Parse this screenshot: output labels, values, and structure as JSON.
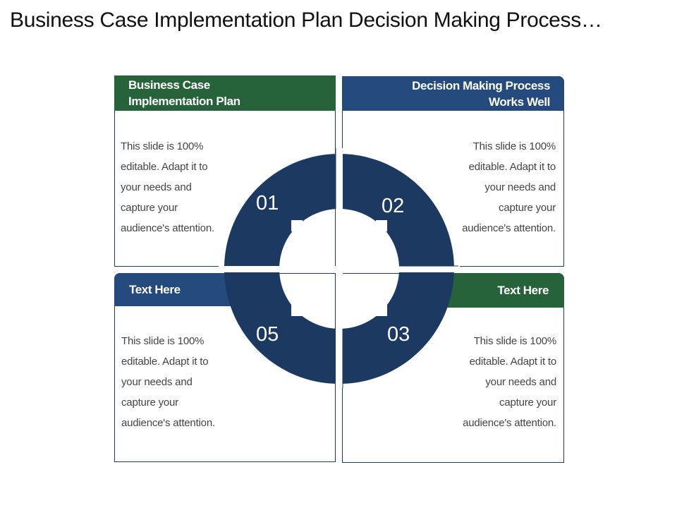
{
  "title": "Business Case Implementation Plan Decision Making Process…",
  "colors": {
    "green": "#27633a",
    "blue": "#244a7e",
    "ring": "#1b3961"
  },
  "quadrants": [
    {
      "number": "01",
      "heading_line1": "Business Case",
      "heading_line2": "Implementation Plan",
      "body": [
        "This slide is 100%",
        "editable. Adapt it to",
        "your needs and",
        "capture your",
        "audience's attention."
      ]
    },
    {
      "number": "02",
      "heading_line1": "Decision Making Process",
      "heading_line2": "Works Well",
      "body": [
        "This slide is 100%",
        "editable. Adapt it to",
        "your needs and",
        "capture your",
        "audience's attention."
      ]
    },
    {
      "number": "03",
      "heading_line1": "Text Here",
      "body": [
        "This slide is 100%",
        "editable. Adapt it to",
        "your needs and",
        "capture your",
        "audience's attention."
      ]
    },
    {
      "number": "05",
      "heading_line1": "Text Here",
      "body": [
        "This slide is 100%",
        "editable. Adapt it to",
        "your needs and",
        "capture your",
        "audience's attention."
      ]
    }
  ]
}
